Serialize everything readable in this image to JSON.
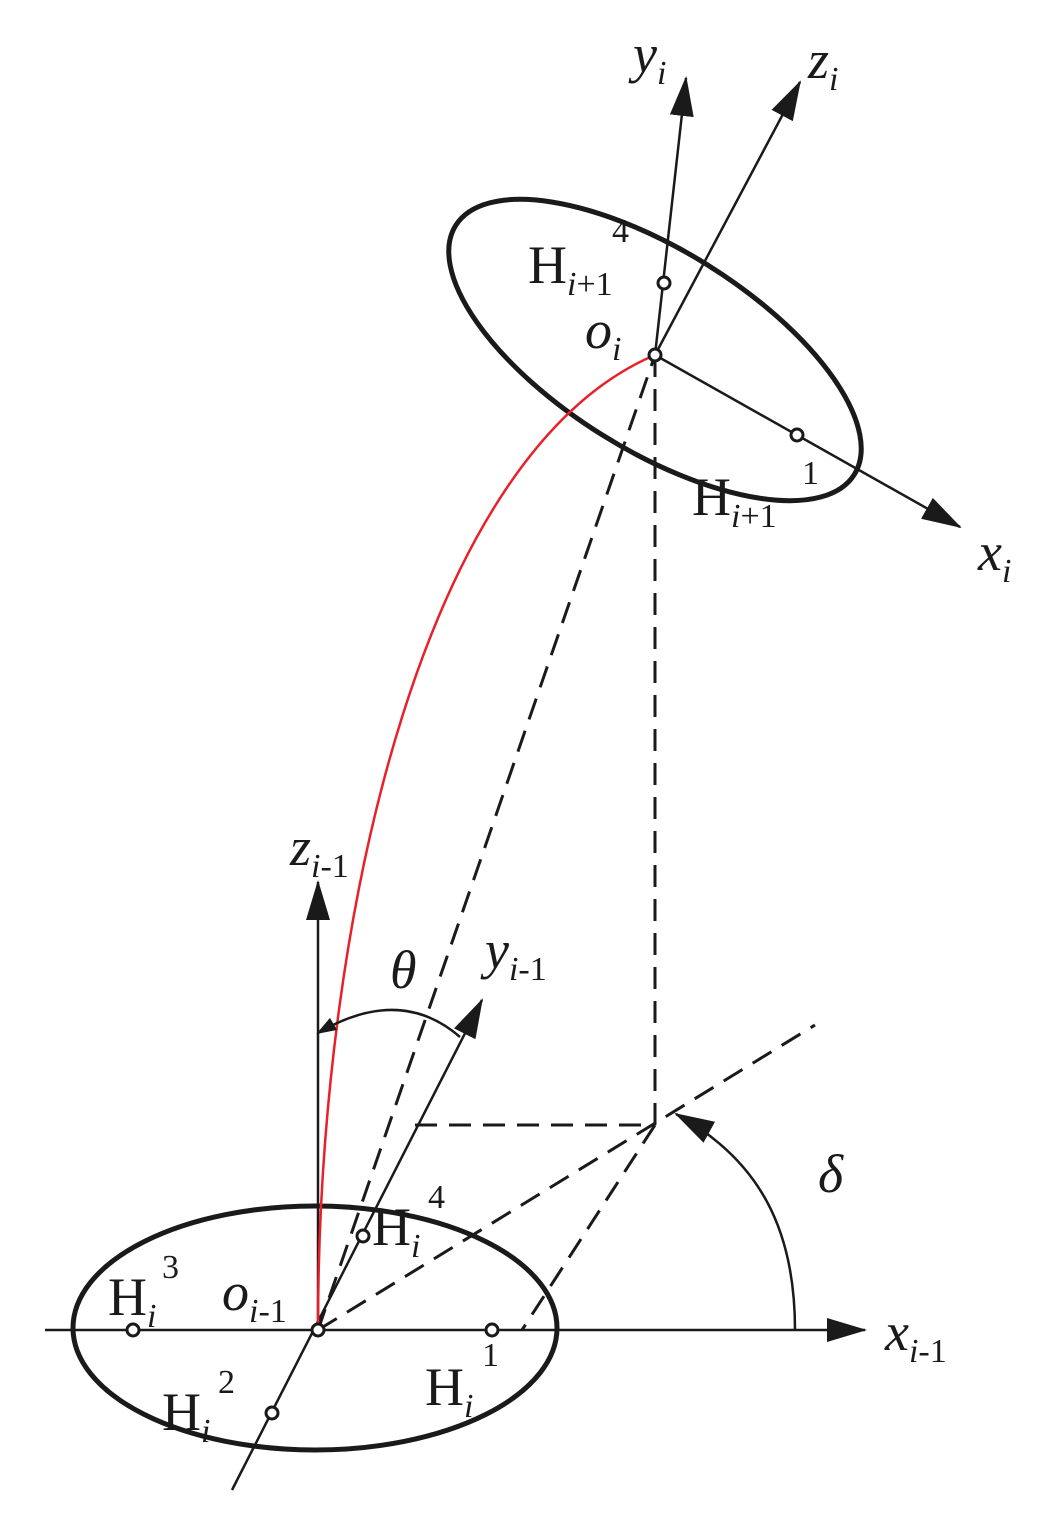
{
  "labels": {
    "y_i": {
      "base": "y",
      "sub": "i"
    },
    "z_i": {
      "base": "z",
      "sub": "i"
    },
    "x_i": {
      "base": "x",
      "sub": "i"
    },
    "H_top4": {
      "base": "H",
      "sub_a": "i",
      "sub_b": "+1",
      "sup": "4"
    },
    "H_top1": {
      "base": "H",
      "sub_a": "i",
      "sub_b": "+1",
      "sup": "1"
    },
    "o_i": {
      "base": "o",
      "sub": "i"
    },
    "z_im1": {
      "base": "z",
      "sub_a": "i",
      "sub_b": "-1"
    },
    "y_im1": {
      "base": "y",
      "sub_a": "i",
      "sub_b": "-1"
    },
    "x_im1": {
      "base": "x",
      "sub_a": "i",
      "sub_b": "-1"
    },
    "o_im1": {
      "base": "o",
      "sub_a": "i",
      "sub_b": "-1"
    },
    "H_bot4": {
      "base": "H",
      "sub": "i",
      "sup": "4"
    },
    "H_bot3": {
      "base": "H",
      "sub": "i",
      "sup": "3"
    },
    "H_bot2": {
      "base": "H",
      "sub": "i",
      "sup": "2"
    },
    "H_bot1": {
      "base": "H",
      "sub": "i",
      "sup": "1"
    },
    "theta": "θ",
    "delta": "δ"
  },
  "colors": {
    "ink": "#1a1a1a",
    "curve": "#e8202a"
  }
}
